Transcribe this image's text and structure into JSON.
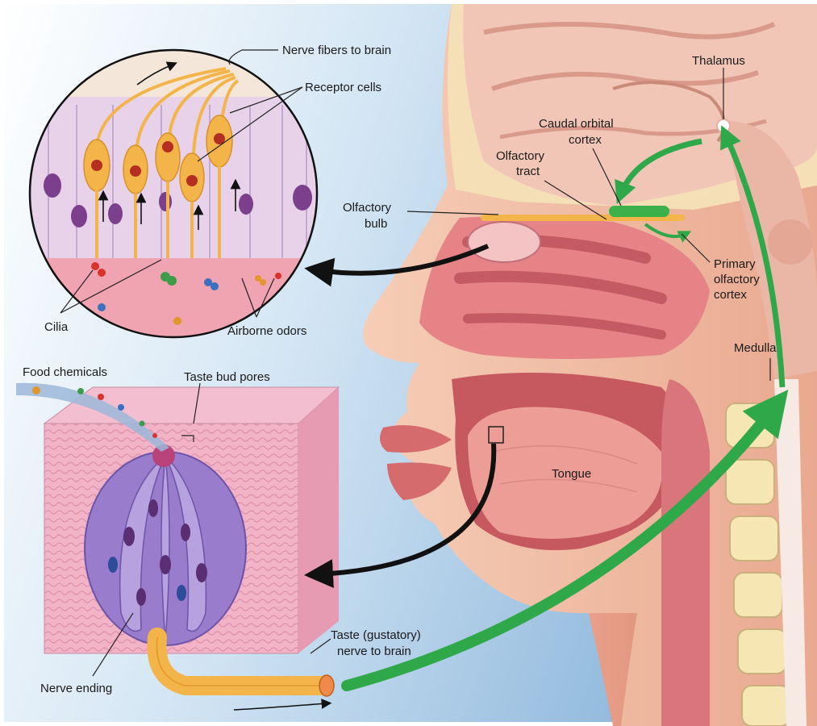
{
  "labels": {
    "nerve_fibers": "Nerve fibers to brain",
    "receptor_cells": "Receptor cells",
    "thalamus": "Thalamus",
    "caudal_line1": "Caudal orbital",
    "caudal_line2": "cortex",
    "olf_tract_line1": "Olfactory",
    "olf_tract_line2": "tract",
    "olf_bulb_line1": "Olfactory",
    "olf_bulb_line2": "bulb",
    "primary_line1": "Primary",
    "primary_line2": "olfactory",
    "primary_line3": "cortex",
    "cilia": "Cilia",
    "airborne_odors": "Airborne odors",
    "medulla": "Medulla",
    "food_chemicals": "Food chemicals",
    "taste_bud_pores": "Taste bud pores",
    "tongue": "Tongue",
    "taste_nerve_line1": "Taste (gustatory)",
    "taste_nerve_line2": "nerve to brain",
    "nerve_ending": "Nerve ending"
  },
  "colors": {
    "background_sky": "#a9cbe6",
    "skin": "#f3c2a8",
    "mucosa": "#e8848a",
    "brain": "#f1c8b8",
    "bone": "#f6e6b4",
    "receptor": "#f3b54a",
    "pathway_arrow": "#2fa84a",
    "tissue_pink": "#f0a9c0",
    "bud_purple": "#9a7ccc"
  }
}
